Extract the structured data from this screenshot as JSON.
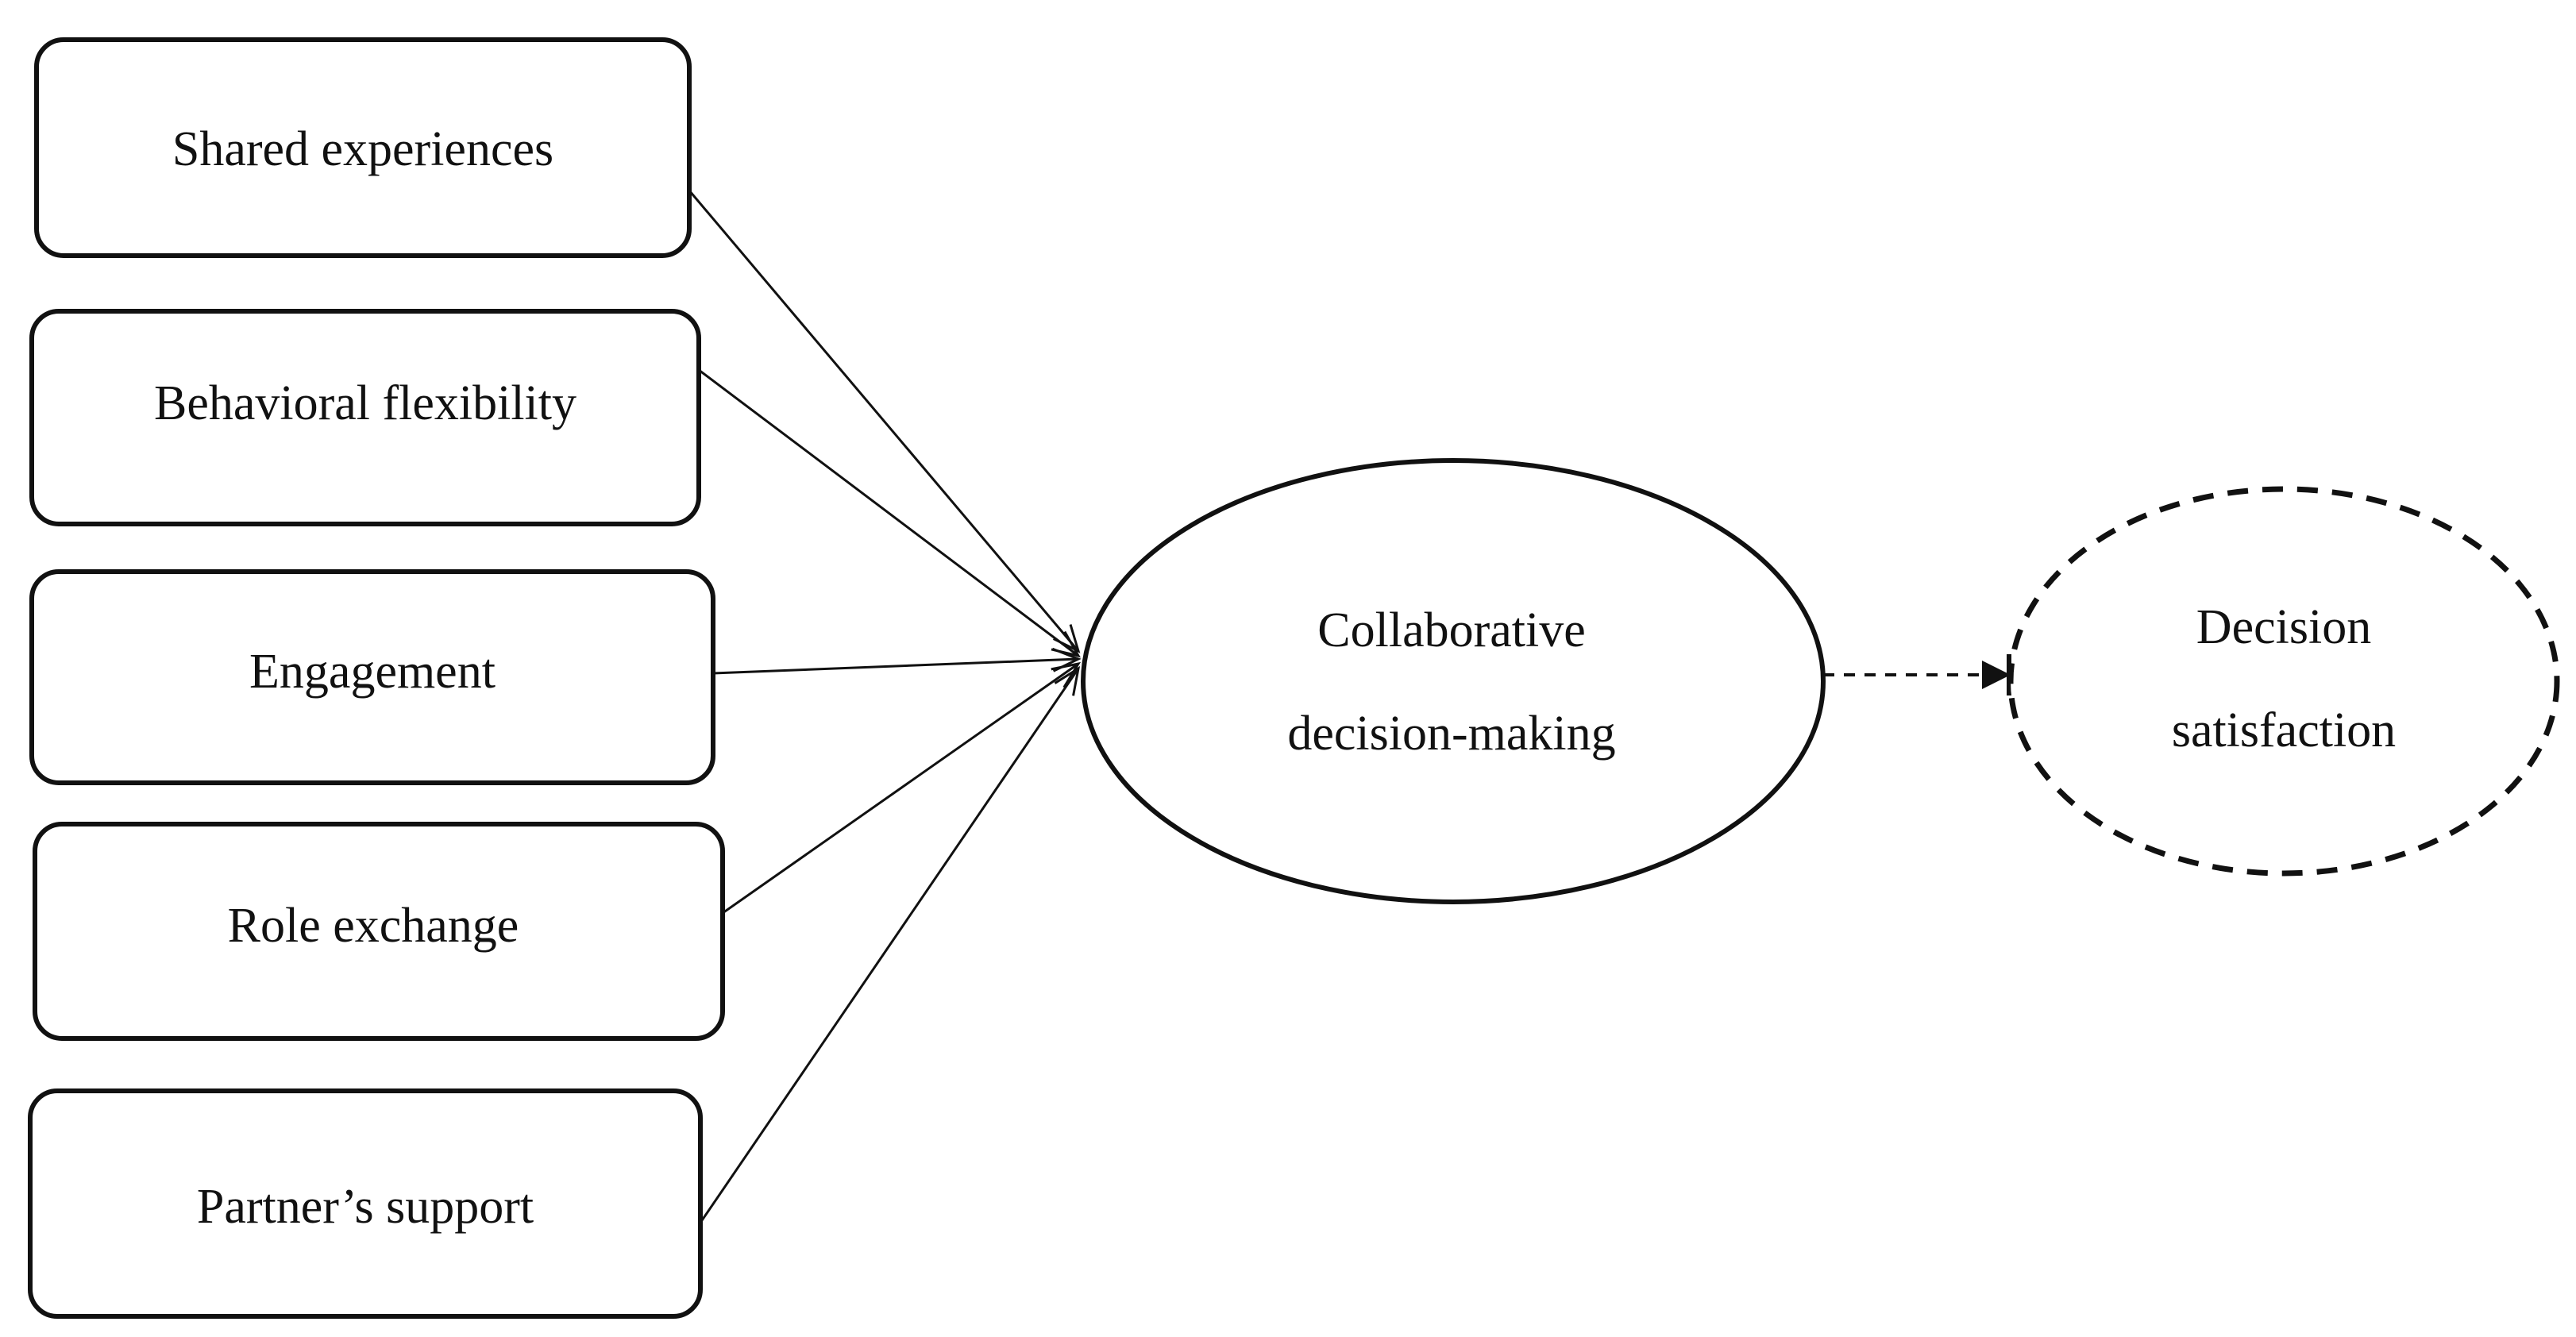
{
  "diagram": {
    "inputs": [
      {
        "id": "shared",
        "label": "Shared experiences"
      },
      {
        "id": "behavioral",
        "label": "Behavioral flexibility"
      },
      {
        "id": "engagement",
        "label": "Engagement"
      },
      {
        "id": "role",
        "label": "Role exchange"
      },
      {
        "id": "partner",
        "label": "Partner’s support"
      }
    ],
    "center": {
      "id": "collaborative",
      "label_line1": "Collaborative",
      "label_line2": "decision-making"
    },
    "outcome": {
      "id": "satisfaction",
      "label_line1": "Decision",
      "label_line2": "satisfaction",
      "style": "dashed"
    },
    "edges": [
      {
        "from": "shared",
        "to": "collaborative",
        "style": "solid"
      },
      {
        "from": "behavioral",
        "to": "collaborative",
        "style": "solid"
      },
      {
        "from": "engagement",
        "to": "collaborative",
        "style": "solid"
      },
      {
        "from": "role",
        "to": "collaborative",
        "style": "solid"
      },
      {
        "from": "partner",
        "to": "collaborative",
        "style": "solid"
      },
      {
        "from": "collaborative",
        "to": "satisfaction",
        "style": "dashed"
      }
    ]
  }
}
